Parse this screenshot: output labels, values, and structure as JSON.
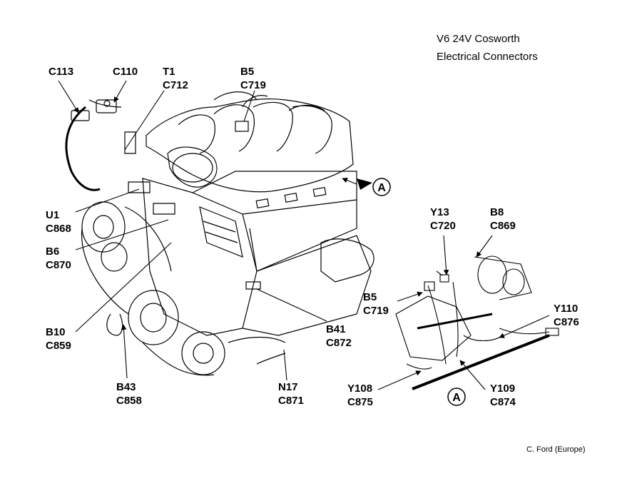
{
  "title": {
    "line1": "V6 24V Cosworth",
    "line2": "Electrical Connectors"
  },
  "credit": "C. Ford (Europe)",
  "view_marker": "A",
  "connectors": [
    {
      "id": "c113",
      "component": "",
      "connector": "C113"
    },
    {
      "id": "c110",
      "component": "",
      "connector": "C110"
    },
    {
      "id": "t1",
      "component": "T1",
      "connector": "C712"
    },
    {
      "id": "b5-main",
      "component": "B5",
      "connector": "C719"
    },
    {
      "id": "u1",
      "component": "U1",
      "connector": "C868"
    },
    {
      "id": "b6",
      "component": "B6",
      "connector": "C870"
    },
    {
      "id": "b10",
      "component": "B10",
      "connector": "C859"
    },
    {
      "id": "b43",
      "component": "B43",
      "connector": "C858"
    },
    {
      "id": "n17",
      "component": "N17",
      "connector": "C871"
    },
    {
      "id": "b41",
      "component": "B41",
      "connector": "C872"
    },
    {
      "id": "y13",
      "component": "Y13",
      "connector": "C720"
    },
    {
      "id": "b8",
      "component": "B8",
      "connector": "C869"
    },
    {
      "id": "b5-detail",
      "component": "B5",
      "connector": "C719"
    },
    {
      "id": "y110",
      "component": "Y110",
      "connector": "C876"
    },
    {
      "id": "y108",
      "component": "Y108",
      "connector": "C875"
    },
    {
      "id": "y109",
      "component": "Y109",
      "connector": "C874"
    }
  ]
}
